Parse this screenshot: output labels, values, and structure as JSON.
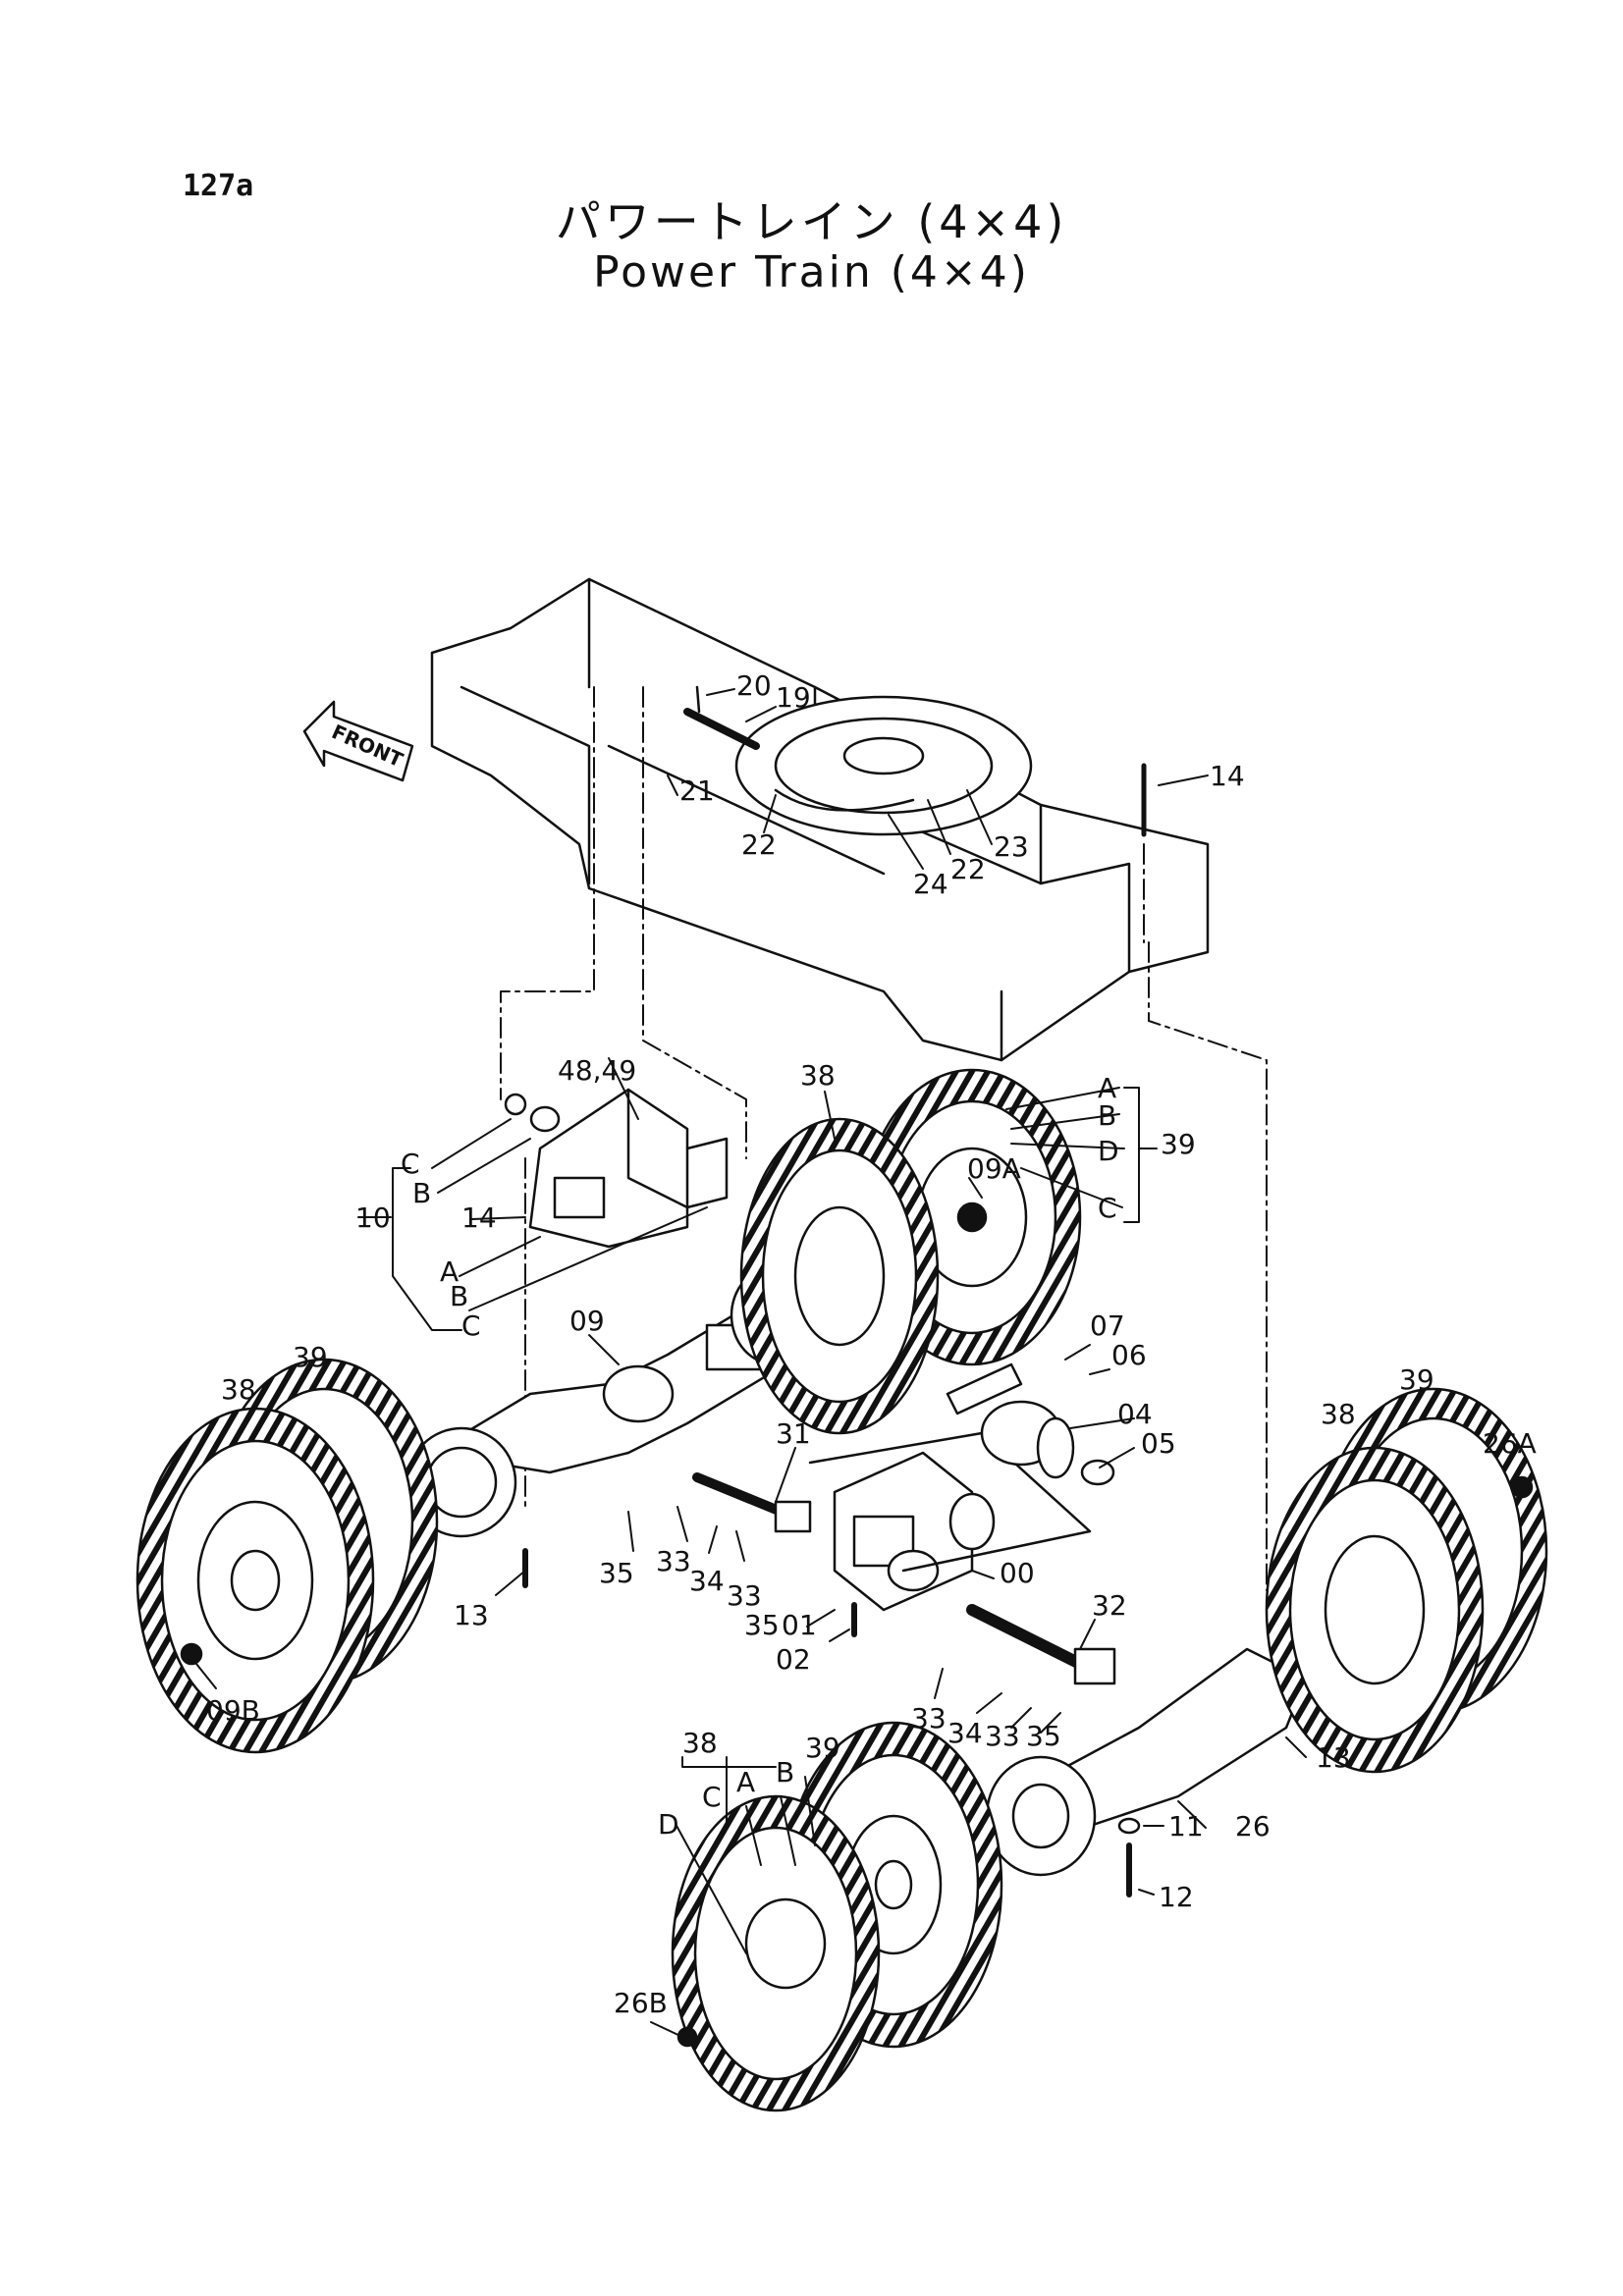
{
  "page_number": "127a",
  "title_ja": "パワートレイン (4×4)",
  "title_en": "Power Train (4×4)",
  "front_label": "FRONT",
  "colors": {
    "ink": "#111111",
    "paper": "#ffffff"
  },
  "callouts": [
    {
      "text": "20"
    },
    {
      "text": "19"
    },
    {
      "text": "21"
    },
    {
      "text": "22"
    },
    {
      "text": "22"
    },
    {
      "text": "23"
    },
    {
      "text": "24"
    },
    {
      "text": "14"
    },
    {
      "text": "48,49"
    },
    {
      "text": "38"
    },
    {
      "text": "A"
    },
    {
      "text": "B"
    },
    {
      "text": "D"
    },
    {
      "text": "39"
    },
    {
      "text": "C"
    },
    {
      "text": "09A"
    },
    {
      "text": "C"
    },
    {
      "text": "B"
    },
    {
      "text": "14"
    },
    {
      "text": "10"
    },
    {
      "text": "A"
    },
    {
      "text": "B"
    },
    {
      "text": "C"
    },
    {
      "text": "09"
    },
    {
      "text": "07"
    },
    {
      "text": "06"
    },
    {
      "text": "04"
    },
    {
      "text": "05"
    },
    {
      "text": "38"
    },
    {
      "text": "39"
    },
    {
      "text": "31"
    },
    {
      "text": "39"
    },
    {
      "text": "38"
    },
    {
      "text": "26A"
    },
    {
      "text": "35"
    },
    {
      "text": "33"
    },
    {
      "text": "34"
    },
    {
      "text": "33"
    },
    {
      "text": "13"
    },
    {
      "text": "00"
    },
    {
      "text": "35"
    },
    {
      "text": "01"
    },
    {
      "text": "02"
    },
    {
      "text": "32"
    },
    {
      "text": "09B"
    },
    {
      "text": "33"
    },
    {
      "text": "34"
    },
    {
      "text": "33"
    },
    {
      "text": "35"
    },
    {
      "text": "13"
    },
    {
      "text": "38"
    },
    {
      "text": "39"
    },
    {
      "text": "C"
    },
    {
      "text": "A"
    },
    {
      "text": "B"
    },
    {
      "text": "D"
    },
    {
      "text": "11"
    },
    {
      "text": "26"
    },
    {
      "text": "12"
    },
    {
      "text": "26B"
    }
  ]
}
